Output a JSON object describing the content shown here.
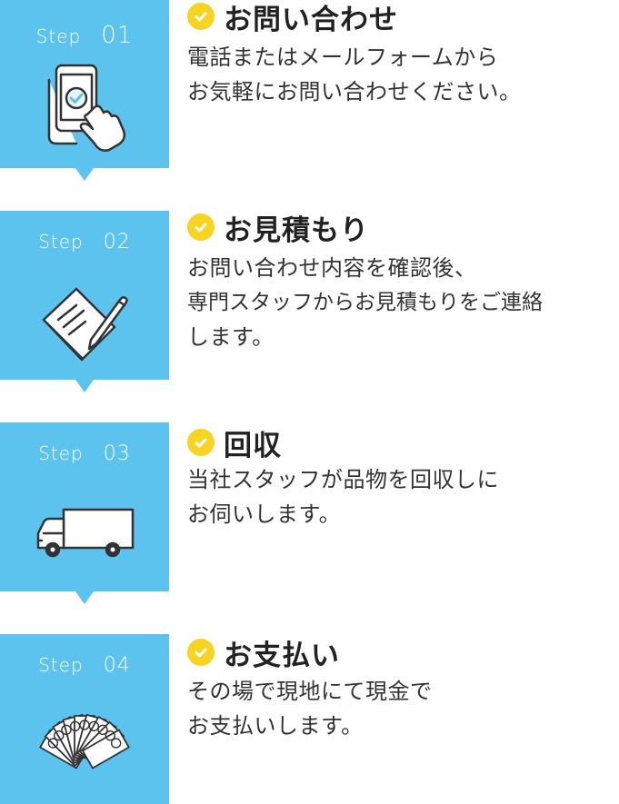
{
  "steps": [
    {
      "step_word": "Step",
      "number": "01",
      "title": "お問い合わせ",
      "lines": [
        "電話またはメールフォームから",
        "お気軽にお問い合わせください。"
      ],
      "illustration": "smartphone-tap-icon"
    },
    {
      "step_word": "Step",
      "number": "02",
      "title": "お見積もり",
      "lines": [
        "お問い合わせ内容を確認後、",
        "専門スタッフからお見積もりをご連絡",
        "します。"
      ],
      "illustration": "document-pen-icon"
    },
    {
      "step_word": "Step",
      "number": "03",
      "title": "回収",
      "lines": [
        "当社スタッフが品物を回収しに",
        "お伺いします。"
      ],
      "illustration": "truck-icon"
    },
    {
      "step_word": "Step",
      "number": "04",
      "title": "お支払い",
      "lines": [
        "その場で現地にて現金で",
        "お支払いします。"
      ],
      "illustration": "cash-fan-icon"
    }
  ],
  "colors": {
    "box": "#5bc3ee",
    "check": "#f7d422"
  }
}
